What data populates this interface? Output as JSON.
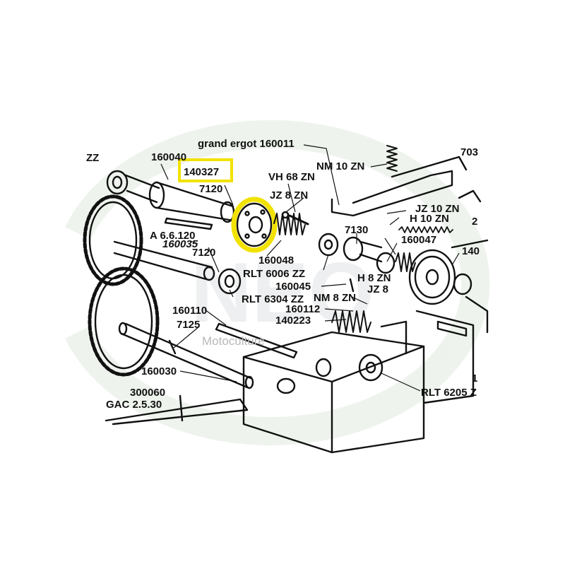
{
  "diagram": {
    "highlight_color": "#f2e200",
    "watermark": {
      "logo": "NEO",
      "tagline": "Motoculture"
    },
    "labels": {
      "grand_ergot": "grand ergot 160011",
      "p7030": "703",
      "zz": "ZZ",
      "p160040": "160040",
      "p140327": "140327",
      "nm10zn": "NM 10 ZN",
      "vh68zn": "VH 68 ZN",
      "p7120a": "7120",
      "jz8zn_a": "JZ 8 ZN",
      "jz10zn": "JZ 10 ZN",
      "h10zn": "H 10 ZN",
      "p2xx": "2",
      "p7130": "7130",
      "a66120": "A 6.6.120",
      "p160035": "160035",
      "p160048": "160048",
      "p160047": "160047",
      "p140x": "140",
      "p7120b": "7120",
      "rlt6006": "RLT 6006 ZZ",
      "h8zn": "H 8 ZN",
      "p160045": "160045",
      "jz8_b": "JZ 8",
      "rlt6304": "RLT 6304 ZZ",
      "nm8zn": "NM 8 ZN",
      "p160110": "160110",
      "p160112": "160112",
      "p140223": "140223",
      "p7125": "7125",
      "motoculture": "Motoculture",
      "p160030": "160030",
      "p1xx": "1",
      "rlt6205": "RLT 6205 Z",
      "p300060": "300060",
      "gac": "GAC 2.5.30"
    }
  }
}
